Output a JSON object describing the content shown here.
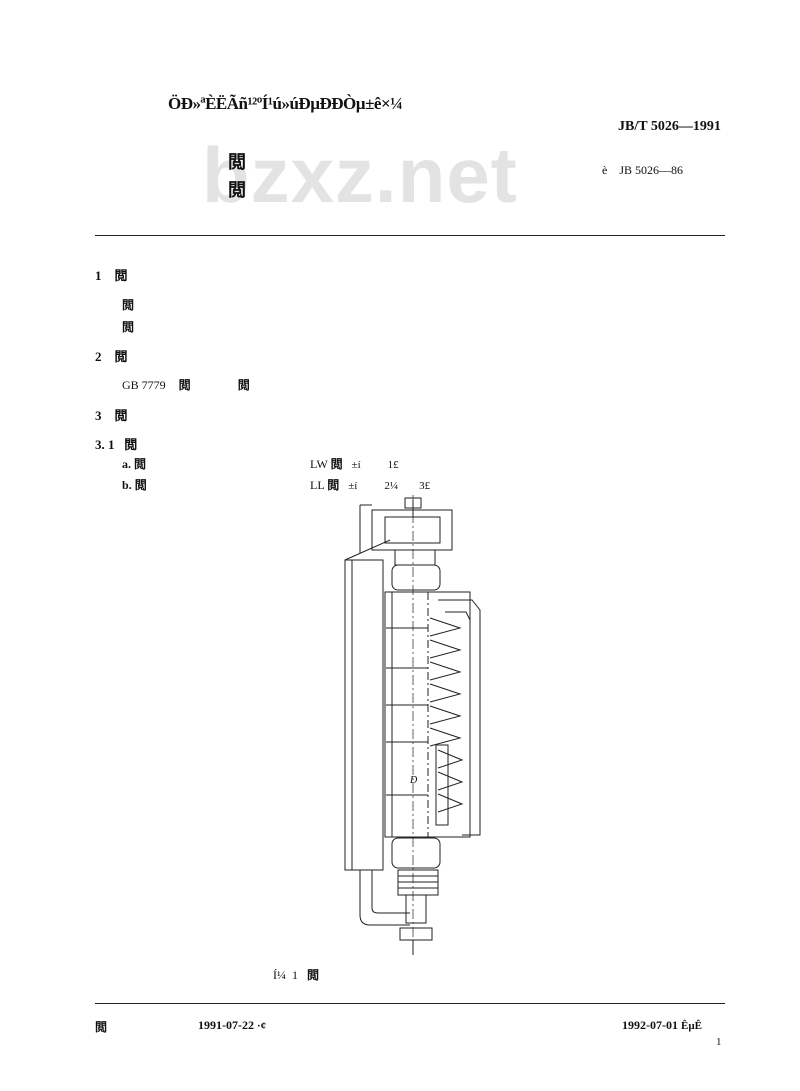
{
  "header": {
    "publisher_line": "ÖÐ»ªÈËÃñ¹²ºÍ¹ú»úÐµÐÐÒµ±ê×¼",
    "standard_number": "JB/T 5026—1991",
    "replaces_prefix": "è",
    "replaces": "JB 5026—86",
    "title_glyph_1": "閲",
    "title_glyph_2": "閲"
  },
  "watermark": "bzxz.net",
  "sections": {
    "s1_num": "1",
    "s1_glyph": "閲",
    "s1_line1": "閲",
    "s1_line2": "閲",
    "s2_num": "2",
    "s2_glyph": "閲",
    "s2_ref_code": "GB 7779",
    "s2_ref_glyph1": "閲",
    "s2_ref_glyph2": "閲",
    "s3_num": "3",
    "s3_glyph": "閲",
    "s31_num": "3. 1",
    "s31_glyph": "閲",
    "item_a_label": "a.",
    "item_a_glyph": "閲",
    "item_a_model": "LW",
    "item_a_model_glyph": "閲",
    "item_a_mark": "±í",
    "item_a_ref": "1£",
    "item_b_label": "b.",
    "item_b_glyph": "閲",
    "item_b_model": "LL",
    "item_b_model_glyph": "閲",
    "item_b_mark": "±í",
    "item_b_ref1": "2¼",
    "item_b_ref2": "3£"
  },
  "figure": {
    "caption_prefix": "Í¼",
    "caption_number": "1",
    "caption_glyph": "閲",
    "d_label": "D"
  },
  "footer": {
    "left_glyph": "閲",
    "issue_date": "1991-07-22",
    "issue_mark": "·¢",
    "impl_date": "1992-07-01",
    "impl_mark": "ÊµÊ",
    "page_number": "1"
  }
}
